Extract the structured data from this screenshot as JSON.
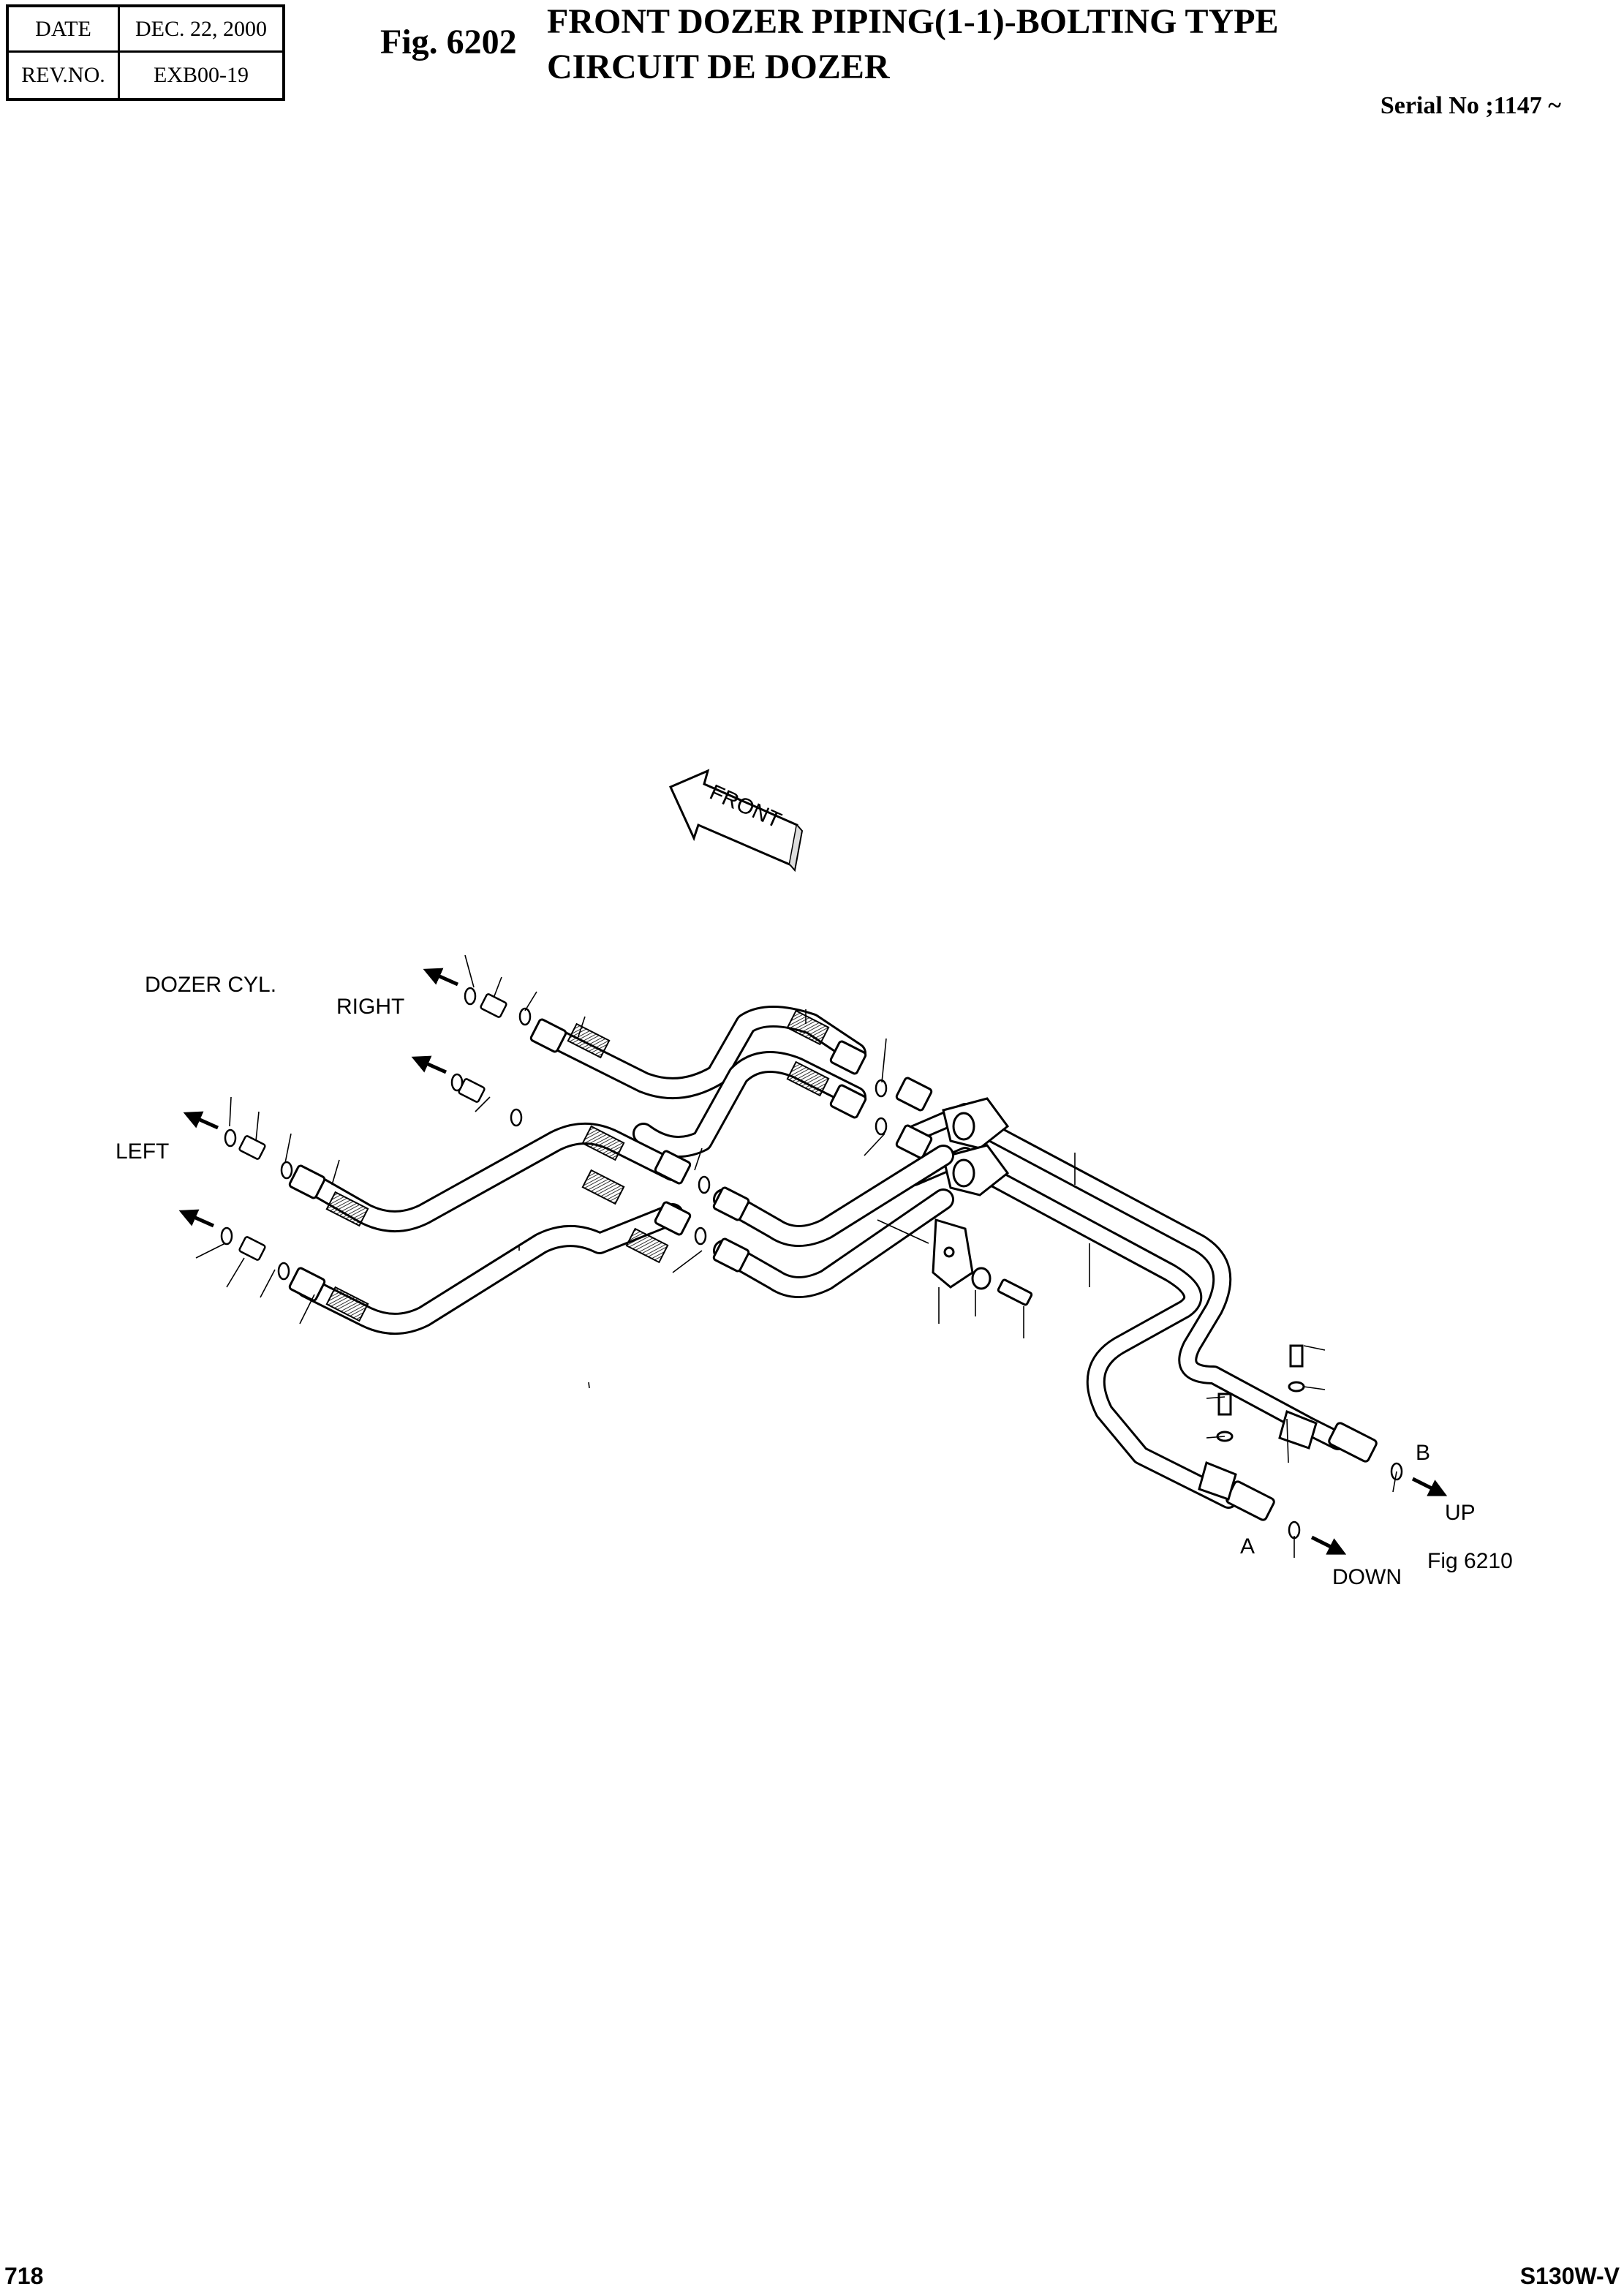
{
  "header": {
    "date_label": "DATE",
    "date_value": "DEC. 22, 2000",
    "rev_label": "REV.NO.",
    "rev_value": "EXB00-19",
    "fig_number": "Fig. 6202",
    "title_en": "FRONT DOZER PIPING(1-1)-BOLTING TYPE",
    "title_fr": "CIRCUIT DE DOZER",
    "serial": "Serial No ;1147 ~"
  },
  "diagram": {
    "front_arrow": "FRONT",
    "labels": {
      "dozer_cyl": "DOZER CYL.",
      "right": "RIGHT",
      "left": "LEFT",
      "port_a": "A",
      "port_b": "B",
      "up": "UP",
      "down": "DOWN",
      "fig_ref": "Fig 6210"
    }
  },
  "footer": {
    "page": "718",
    "model": "S130W-V"
  }
}
